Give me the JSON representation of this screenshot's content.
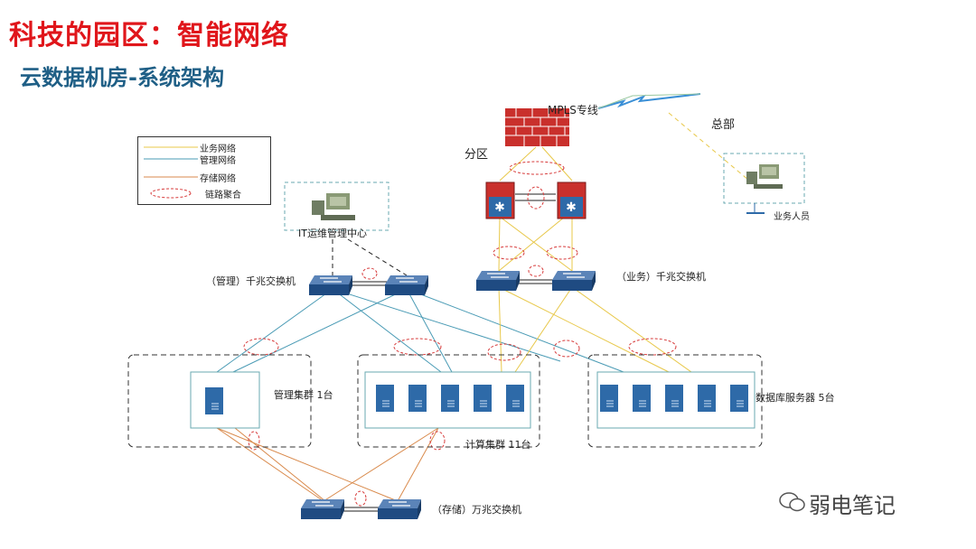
{
  "title": "科技的园区：智能网络",
  "subtitle": "云数据机房-系统架构",
  "legend": [
    {
      "label": "业务网络",
      "color": "#e8c84a",
      "kind": "line"
    },
    {
      "label": "管理网络",
      "color": "#4a9bb5",
      "kind": "line"
    },
    {
      "label": "存储网络",
      "color": "#d98a4c",
      "kind": "line"
    },
    {
      "label": "链路聚合",
      "color": "#d73a3a",
      "kind": "ellipse"
    }
  ],
  "labels": {
    "mpls": "MPLS专线",
    "hq": "总部",
    "branch": "分区",
    "it_center": "IT运维管理中心",
    "business_staff": "业务人员",
    "mgmt_switch": "（管理）千兆交换机",
    "biz_switch": "（业务）千兆交换机",
    "storage_switch": "（存储）万兆交换机",
    "mgmt_cluster": "管理集群 1台",
    "compute_cluster": "计算集群 11台",
    "db_servers": "数据库服务器 5台"
  },
  "watermark": "弱电笔记",
  "colors": {
    "title": "#e0161b",
    "subtitle": "#1f5f86",
    "business": "#e8c84a",
    "management": "#4a9bb5",
    "storage": "#d98a4c",
    "aggregation": "#d73a3a",
    "device_blue": "#2e6aa8",
    "firewall": "#c9302c"
  }
}
